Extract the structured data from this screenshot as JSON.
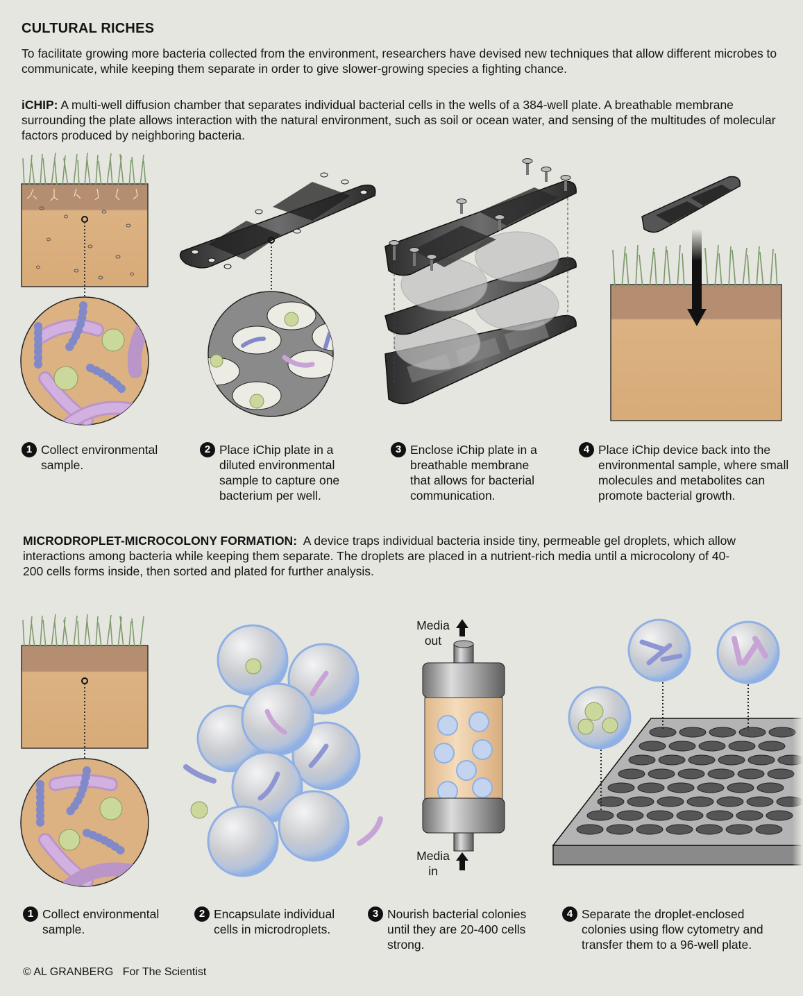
{
  "header": {
    "title": "CULTURAL RICHES",
    "intro": "To facilitate growing more bacteria collected from the environment, researchers have devised new techniques that allow different microbes to communicate, while keeping them separate in order to give slower-growing species a fighting chance."
  },
  "ichip": {
    "label": "iCHIP:",
    "description": "A multi-well diffusion chamber that separates individual bacterial cells in the wells of a 384-well plate. A breathable membrane surrounding the plate allows interaction with the natural environment, such as soil or ocean water, and sensing of the multitudes of molecular factors produced by neighboring bacteria.",
    "steps": [
      {
        "num": "1",
        "text": "Collect environmental sample."
      },
      {
        "num": "2",
        "text": "Place iChip plate in a diluted environmental sample to capture one bacterium per well."
      },
      {
        "num": "3",
        "text": "Enclose iChip plate in a breathable membrane that allows for bacterial communication."
      },
      {
        "num": "4",
        "text": "Place iChip device back into the environmental sample, where small molecules and metabolites can promote bacterial growth."
      }
    ]
  },
  "microdroplet": {
    "label": "MICRODROPLET-MICROCOLONY FORMATION:",
    "description": "A device traps individual bacteria inside tiny, permeable gel droplets, which allow interactions among bacteria while keeping them separate. The droplets are placed in a nutrient-rich media until a microcolony of 40-200 cells forms inside, then sorted and plated for further analysis.",
    "steps": [
      {
        "num": "1",
        "text": "Collect environmental sample."
      },
      {
        "num": "2",
        "text": "Encapsulate individual cells in microdroplets."
      },
      {
        "num": "3",
        "text": "Nourish bacterial colonies until they are 20-400 cells strong."
      },
      {
        "num": "4",
        "text": "Separate the droplet-enclosed colonies using flow cytometry and transfer them to a 96-well plate."
      }
    ],
    "column_labels": {
      "media_out_1": "Media",
      "media_out_2": "out",
      "media_in_1": "Media",
      "media_in_2": "in"
    }
  },
  "credit": {
    "copyright": "© AL GRANBERG",
    "publication": "For The Scientist"
  },
  "colors": {
    "background": "#e6e6e0",
    "soil": "#d9ae7a",
    "topsoil": "#b88e6c",
    "grass": "#8fae7e",
    "rod_bacteria": "#c8a4d6",
    "chain_bacteria": "#8d96d2",
    "cocci_cluster": "#cbd89c",
    "droplet": "#9dbbe6",
    "metal_plate": "#4a4a4a"
  }
}
